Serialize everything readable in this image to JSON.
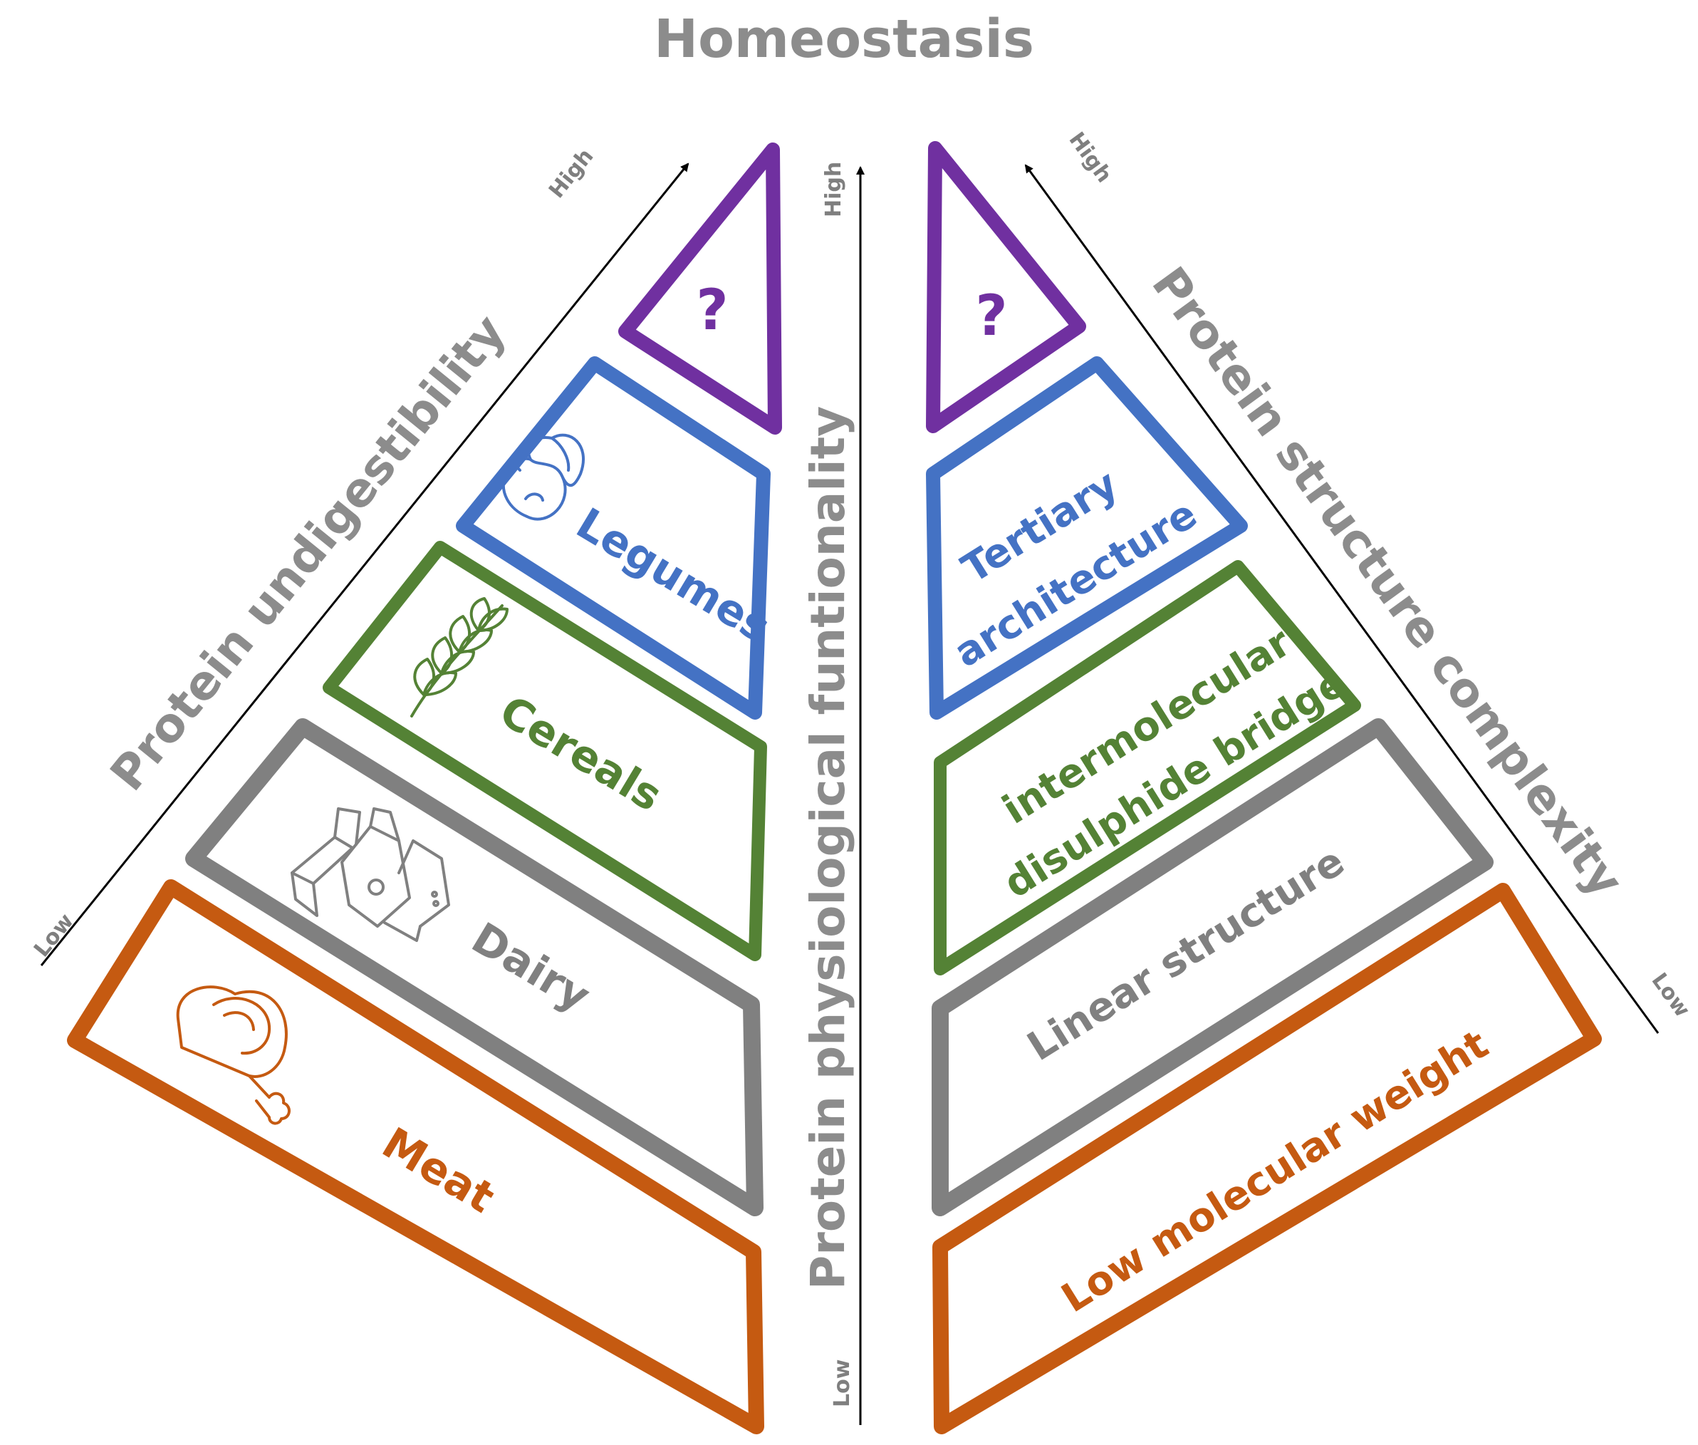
{
  "title": "Homeostasis",
  "axes": {
    "left": {
      "label": "Protein undigestibility",
      "low": "Low",
      "high": "High"
    },
    "center": {
      "label": "Protein physiological funtionality",
      "low": "Low",
      "high": "High"
    },
    "right": {
      "label": "Protein structure complexity",
      "low": "Low",
      "high": "High"
    }
  },
  "left_pyramid": {
    "tiers": [
      {
        "label": "Meat",
        "icon": "meat-drumstick-icon",
        "color": "#c55a11"
      },
      {
        "label": "Dairy",
        "icon": "dairy-cartons-icon",
        "color": "#808080"
      },
      {
        "label": "Cereals",
        "icon": "wheat-icon",
        "color": "#548235"
      },
      {
        "label": "Legumes",
        "icon": "beans-icon",
        "color": "#4472c4"
      },
      {
        "label": "?",
        "color": "#7030a0"
      }
    ]
  },
  "right_pyramid": {
    "tiers": [
      {
        "label": "Low molecular weight",
        "color": "#c55a11"
      },
      {
        "label": "Linear structure",
        "color": "#808080"
      },
      {
        "label_lines": [
          "intermolecular",
          "disulphide bridge"
        ],
        "color": "#548235"
      },
      {
        "label_lines": [
          "Tertiary",
          "architecture"
        ],
        "color": "#4472c4"
      },
      {
        "label": "?",
        "color": "#7030a0"
      }
    ]
  }
}
